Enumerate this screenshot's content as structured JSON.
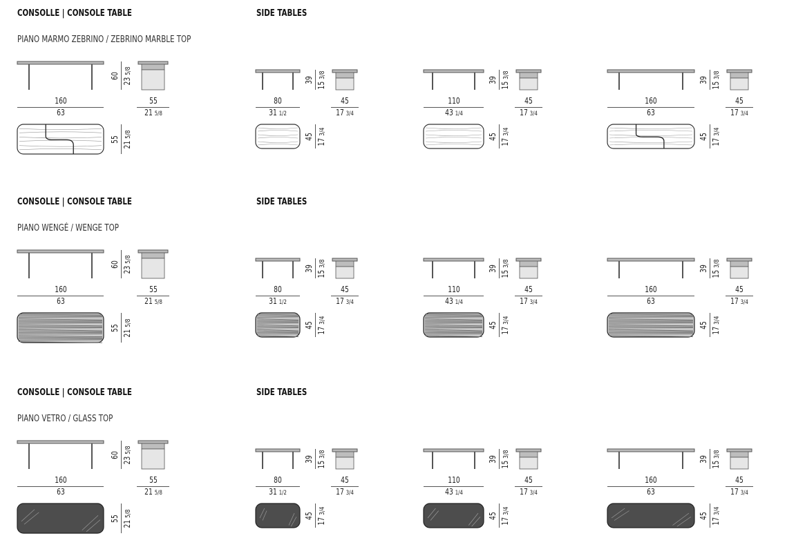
{
  "colors": {
    "line": "#555555",
    "wenge": "#6a6a6a",
    "glass": "#4d4d4d"
  },
  "rows": [
    {
      "console_title": "CONSOLLE | CONSOLE TABLE",
      "side_title": "SIDE TABLES",
      "top_label": "PIANO MARMO ZEBRINO / ZEBRINO MARBLE TOP",
      "finish": "marble",
      "items": [
        {
          "width": "160",
          "width_in": "63",
          "height": "60",
          "height_in": "23",
          "height_frac": "5/8",
          "depth": "55",
          "depth_in": "21",
          "depth_frac": "5/8",
          "width_frac": ""
        },
        {
          "width": "80",
          "width_in": "31",
          "width_frac": "1/2",
          "height": "39",
          "height_in": "15",
          "height_frac": "3/8",
          "depth": "45",
          "depth_in": "17",
          "depth_frac": "3/4"
        },
        {
          "width": "110",
          "width_in": "43",
          "width_frac": "1/4",
          "height": "39",
          "height_in": "15",
          "height_frac": "3/8",
          "depth": "45",
          "depth_in": "17",
          "depth_frac": "3/4"
        },
        {
          "width": "160",
          "width_in": "63",
          "width_frac": "",
          "height": "39",
          "height_in": "15",
          "height_frac": "3/8",
          "depth": "45",
          "depth_in": "17",
          "depth_frac": "3/4"
        }
      ]
    },
    {
      "console_title": "CONSOLLE | CONSOLE TABLE",
      "side_title": "SIDE TABLES",
      "top_label": "PIANO WENGÉ / WENGE TOP",
      "finish": "wenge",
      "items": [
        {
          "width": "160",
          "width_in": "63",
          "height": "60",
          "height_in": "23",
          "height_frac": "5/8",
          "depth": "55",
          "depth_in": "21",
          "depth_frac": "5/8",
          "width_frac": ""
        },
        {
          "width": "80",
          "width_in": "31",
          "width_frac": "1/2",
          "height": "39",
          "height_in": "15",
          "height_frac": "3/8",
          "depth": "45",
          "depth_in": "17",
          "depth_frac": "3/4"
        },
        {
          "width": "110",
          "width_in": "43",
          "width_frac": "1/4",
          "height": "39",
          "height_in": "15",
          "height_frac": "3/8",
          "depth": "45",
          "depth_in": "17",
          "depth_frac": "3/4"
        },
        {
          "width": "160",
          "width_in": "63",
          "width_frac": "",
          "height": "39",
          "height_in": "15",
          "height_frac": "3/8",
          "depth": "45",
          "depth_in": "17",
          "depth_frac": "3/4"
        }
      ]
    },
    {
      "console_title": "CONSOLLE | CONSOLE TABLE",
      "side_title": "SIDE TABLES",
      "top_label": "PIANO VETRO / GLASS TOP",
      "finish": "glass",
      "items": [
        {
          "width": "160",
          "width_in": "63",
          "height": "60",
          "height_in": "23",
          "height_frac": "5/8",
          "depth": "55",
          "depth_in": "21",
          "depth_frac": "5/8",
          "width_frac": ""
        },
        {
          "width": "80",
          "width_in": "31",
          "width_frac": "1/2",
          "height": "39",
          "height_in": "15",
          "height_frac": "3/8",
          "depth": "45",
          "depth_in": "17",
          "depth_frac": "3/4"
        },
        {
          "width": "110",
          "width_in": "43",
          "width_frac": "1/4",
          "height": "39",
          "height_in": "15",
          "height_frac": "3/8",
          "depth": "45",
          "depth_in": "17",
          "depth_frac": "3/4"
        },
        {
          "width": "160",
          "width_in": "63",
          "width_frac": "",
          "height": "39",
          "height_in": "15",
          "height_frac": "3/8",
          "depth": "45",
          "depth_in": "17",
          "depth_frac": "3/4"
        }
      ]
    }
  ]
}
